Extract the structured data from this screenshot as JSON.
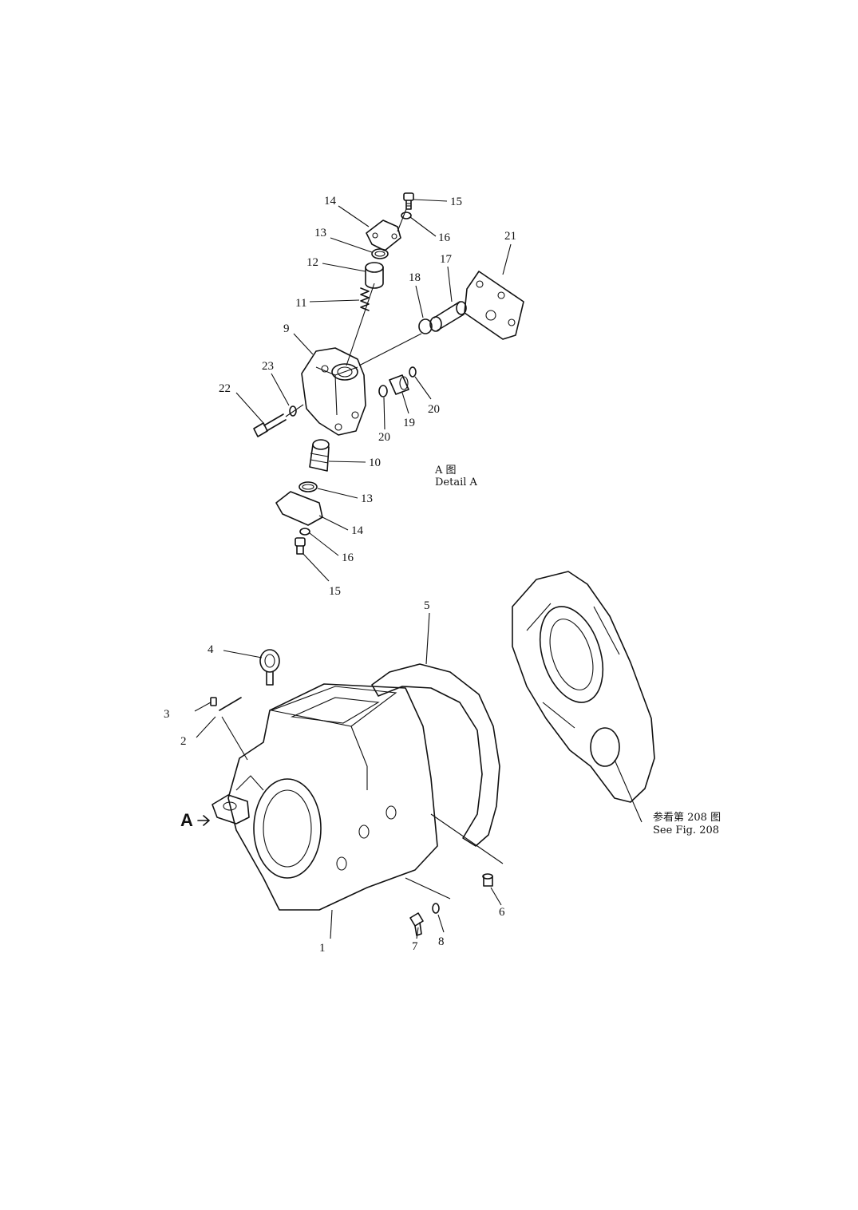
{
  "callouts": {
    "c1": "1",
    "c2": "2",
    "c3": "3",
    "c4": "4",
    "c5": "5",
    "c6": "6",
    "c7": "7",
    "c8": "8",
    "c9": "9",
    "c10": "10",
    "c11": "11",
    "c12": "12",
    "c13a": "13",
    "c13b": "13",
    "c14a": "14",
    "c14b": "14",
    "c15a": "15",
    "c15b": "15",
    "c16a": "16",
    "c16b": "16",
    "c17": "17",
    "c18": "18",
    "c19": "19",
    "c20a": "20",
    "c20b": "20",
    "c21": "21",
    "c22": "22",
    "c23": "23"
  },
  "detail": {
    "label_cn": "A 图",
    "label_en": "Detail A",
    "marker": "A"
  },
  "reference": {
    "label_cn": "参看第 208 图",
    "label_en": "See Fig. 208"
  }
}
